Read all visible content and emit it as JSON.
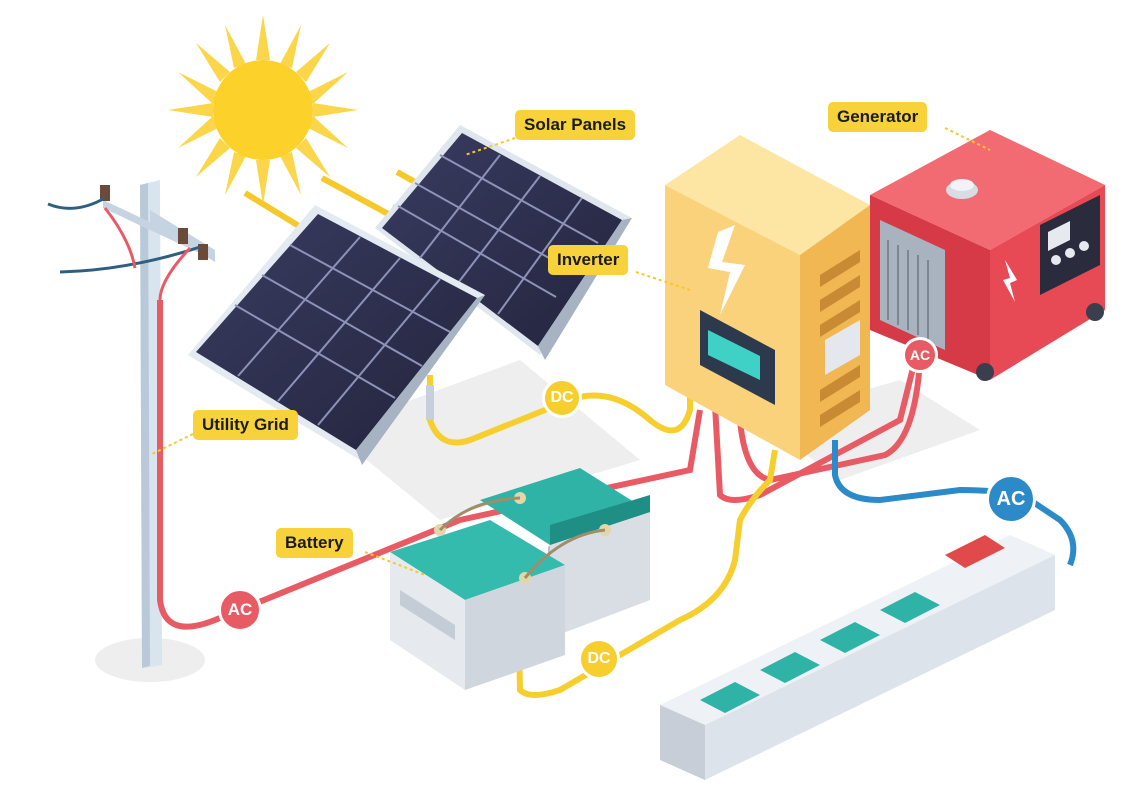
{
  "labels": {
    "solar_panels": "Solar Panels",
    "generator": "Generator",
    "inverter": "Inverter",
    "utility_grid": "Utility Grid",
    "battery": "Battery"
  },
  "flows": {
    "dc_solar": "DC",
    "dc_battery": "DC",
    "ac_generator": "AC",
    "ac_grid": "AC",
    "ac_output": "AC"
  },
  "colors": {
    "dc_wire": "#f6cf2f",
    "ac_grid_wire": "#e85a64",
    "ac_output_wire": "#2d8ac9",
    "callout": "#f8d23a",
    "inverter_body": "#fbd27c",
    "generator_body": "#e8434f",
    "battery_top": "#2fb3a6",
    "panel_cell": "#2b2d4a"
  }
}
